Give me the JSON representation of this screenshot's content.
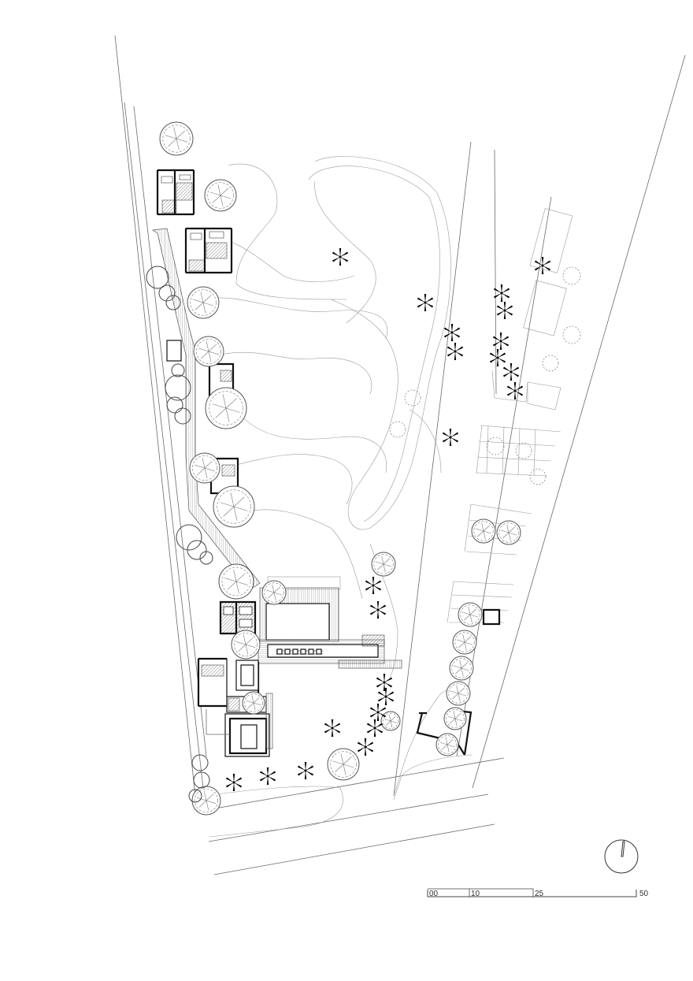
{
  "plan": {
    "type": "site-plan",
    "north_arrow": true,
    "scale_bar": {
      "labels": [
        "00",
        "10",
        "25",
        "50"
      ]
    },
    "colors": {
      "linework": "#6a6a6a",
      "walls": "#111111",
      "background": "#ffffff"
    }
  }
}
